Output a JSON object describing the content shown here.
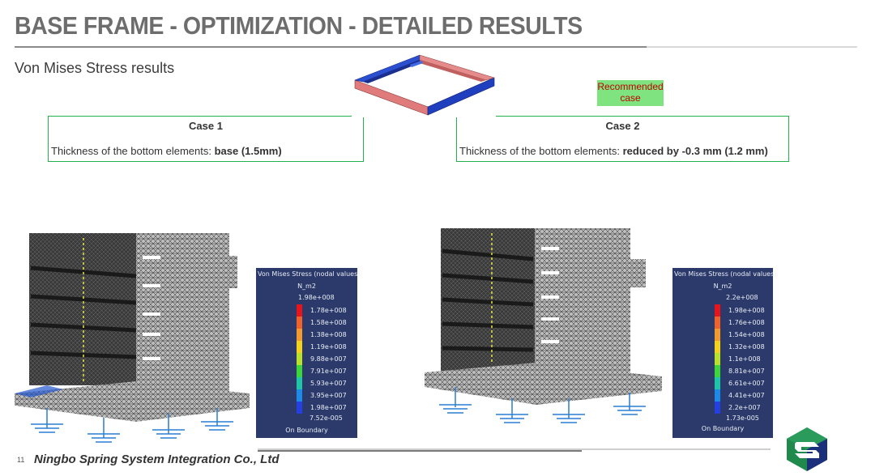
{
  "header": {
    "title": "BASE FRAME - OPTIMIZATION - DETAILED RESULTS",
    "subtitle": "Von Mises Stress results"
  },
  "recommended_label": "Recommended case",
  "cases": [
    {
      "title": "Case 1",
      "desc_prefix": "Thickness of the bottom elements: ",
      "desc_value": "base (1.5mm)"
    },
    {
      "title": "Case 2",
      "desc_prefix": "Thickness of the bottom elements: ",
      "desc_value": "reduced by -0.3 mm (1.2 mm)"
    }
  ],
  "legends": [
    {
      "title": "Von Mises Stress (nodal values).",
      "unit": "N_m2",
      "max": "1.98e+008",
      "values": [
        "1.78e+008",
        "1.58e+008",
        "1.38e+008",
        "1.19e+008",
        "9.88e+007",
        "7.91e+007",
        "5.93e+007",
        "3.95e+007",
        "1.98e+007"
      ],
      "min": "7.52e-005",
      "footer": "On Boundary"
    },
    {
      "title": "Von Mises Stress (nodal values).",
      "unit": "N_m2",
      "max": "2.2e+008",
      "values": [
        "1.98e+008",
        "1.76e+008",
        "1.54e+008",
        "1.32e+008",
        "1.1e+008",
        "8.81e+007",
        "6.61e+007",
        "4.41e+007",
        "2.2e+007"
      ],
      "min": "1.73e-005",
      "footer": "On Boundary"
    }
  ],
  "legend_colors": [
    "#e8141b",
    "#f0622a",
    "#f29a2e",
    "#f2d21a",
    "#b9e12c",
    "#3cd63a",
    "#1ec6a7",
    "#1e8ae8",
    "#2440e0"
  ],
  "footer": {
    "page_number": "11",
    "company": "Ningbo Spring System Integration Co., Ltd"
  },
  "icons": {
    "frame_thumbnail": "base-frame-3d-icon",
    "fea_model": "mesh-model-icon",
    "logo": "company-logo-icon"
  }
}
